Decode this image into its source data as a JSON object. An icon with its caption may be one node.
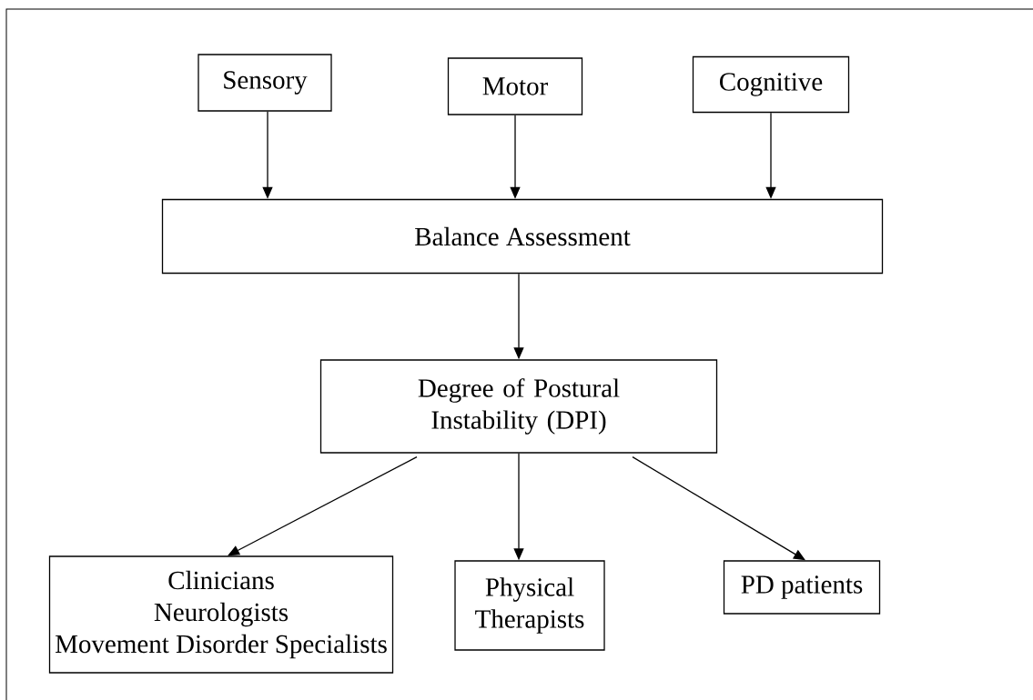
{
  "diagram": {
    "nodes": [
      {
        "text": [
          "Sensory"
        ]
      },
      {
        "text": [
          "Motor"
        ]
      },
      {
        "text": [
          "Cognitive"
        ]
      },
      {
        "text": [
          "Balance Assessment"
        ]
      },
      {
        "text": [
          "Degree of Postural Instability (DPI)"
        ]
      },
      {
        "text": [
          "Clinicians",
          "Neurologists",
          "Movement Disorder Specialists"
        ]
      },
      {
        "text": [
          "Physical Therapists"
        ]
      },
      {
        "text": [
          "PD patients"
        ]
      }
    ],
    "edges": [
      {
        "from": 0,
        "to": 3,
        "arrow": "to"
      },
      {
        "from": 1,
        "to": 3,
        "arrow": "to"
      },
      {
        "from": 2,
        "to": 3,
        "arrow": "to"
      },
      {
        "from": 3,
        "to": 4,
        "arrow": "to"
      },
      {
        "from": 4,
        "to": 5,
        "arrow": "to"
      },
      {
        "from": 4,
        "to": 6,
        "arrow": "to"
      },
      {
        "from": 4,
        "to": 7,
        "arrow": "to"
      }
    ]
  }
}
